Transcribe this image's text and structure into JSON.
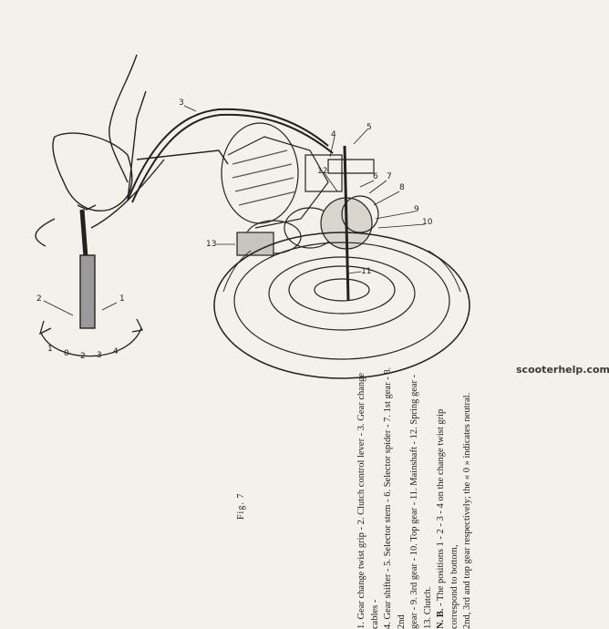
{
  "figure": {
    "label": "Fig. 7"
  },
  "caption": {
    "legend_lines": [
      "1. Gear change twist grip - 2. Clutch control lever - 3. Gear change cables -",
      "4. Gear shifter - 5. Selector stem - 6. Selector spider - 7. 1st gear - 8. 2nd",
      "gear - 9. 3rd gear - 10. Top gear - 11. Mainshaft - 12. Spring gear - 13. Clutch."
    ],
    "note_prefix": "N. B.",
    "note_lines": [
      " - The positions 1 - 2 - 3 - 4 on the change twist grip correspond to bottom,",
      "2nd, 3rd and top gear respectively; the « 0 » indicates neutral."
    ]
  },
  "callouts": [
    "1",
    "2",
    "3",
    "4",
    "5",
    "6",
    "7",
    "8",
    "9",
    "10",
    "11",
    "12",
    "13"
  ],
  "grip_positions": [
    "1",
    "0",
    "2",
    "3",
    "4"
  ],
  "watermark": {
    "text": "scooterhelp.com"
  }
}
